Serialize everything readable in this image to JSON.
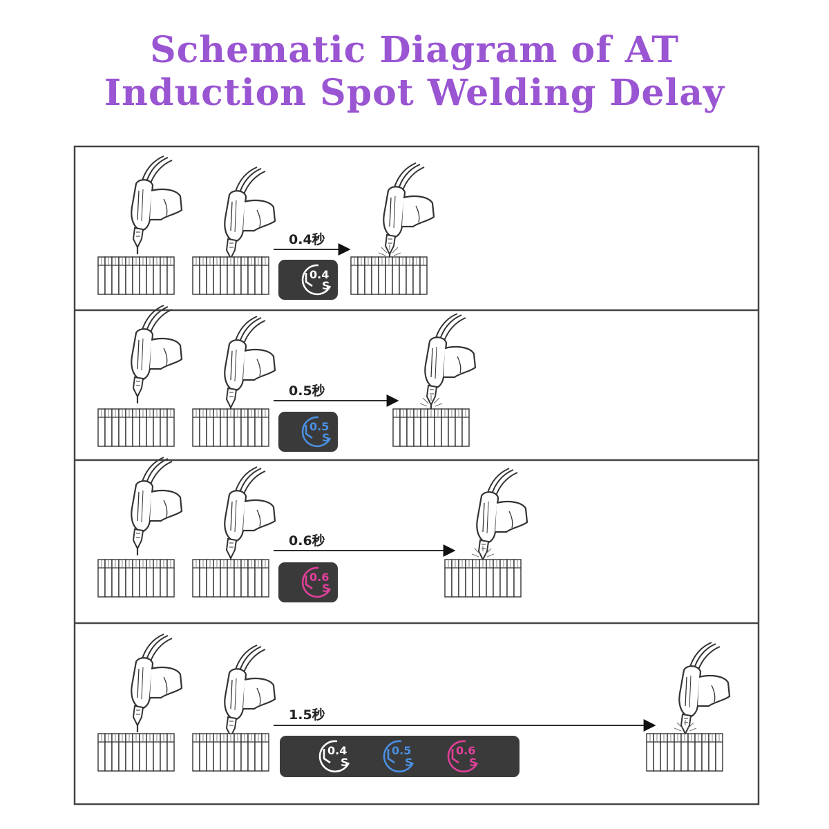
{
  "title": {
    "line1": "Schematic Diagram of AT",
    "line2": "Induction Spot Welding Delay"
  },
  "colors": {
    "title": "#9a55d2",
    "clock_04": "#ffffff",
    "clock_05": "#4a90e2",
    "clock_06": "#e0409a",
    "badge_bg": "#3a3a3a",
    "frame": "#444444"
  },
  "rows": [
    {
      "delay_label": "0.4秒",
      "clocks": [
        {
          "value": "0.4",
          "unit": "S",
          "color": "clock_04"
        }
      ]
    },
    {
      "delay_label": "0.5秒",
      "clocks": [
        {
          "value": "0.5",
          "unit": "S",
          "color": "clock_05"
        }
      ]
    },
    {
      "delay_label": "0.6秒",
      "clocks": [
        {
          "value": "0.6",
          "unit": "S",
          "color": "clock_06"
        }
      ]
    },
    {
      "delay_label": "1.5秒",
      "clocks": [
        {
          "value": "0.4",
          "unit": "S",
          "color": "clock_04"
        },
        {
          "value": "0.5",
          "unit": "S",
          "color": "clock_05"
        },
        {
          "value": "0.6",
          "unit": "S",
          "color": "clock_06"
        }
      ]
    }
  ]
}
